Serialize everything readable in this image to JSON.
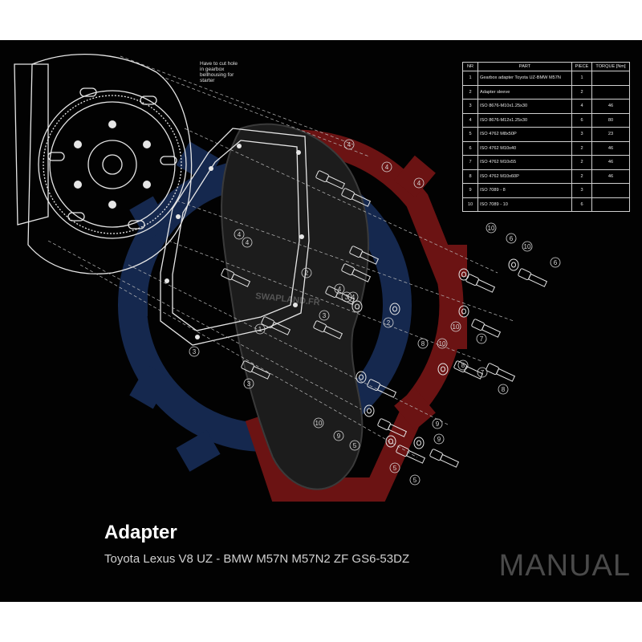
{
  "title": "Adapter",
  "subtitle": "Toyota Lexus V8 UZ - BMW M57N M57N2 ZF GS6-53DZ",
  "watermark": "MANUAL",
  "brand_watermark": "SWAPLAND.FR",
  "note": "Have to cut hole in gearbox bellhousing for starter",
  "colors": {
    "background": "#020202",
    "gear_blue": "#15284e",
    "gear_red": "#6b1313",
    "lines": "#e6e6e6"
  },
  "table": {
    "headers": [
      "NR",
      "PART",
      "PIECE",
      "TORQUE [Nm]"
    ],
    "rows": [
      [
        "1",
        "Gearbox adapter Toyota UZ-BMW M57N",
        "1",
        ""
      ],
      [
        "2",
        "Adapter sleeve",
        "2",
        ""
      ],
      [
        "3",
        "ISO 8676-M10x1.25x30",
        "4",
        "46"
      ],
      [
        "4",
        "ISO 8676-M12x1.25x30",
        "6",
        "80"
      ],
      [
        "5",
        "ISO 4762 M8x50P",
        "3",
        "23"
      ],
      [
        "6",
        "ISO 4762 M10x40",
        "2",
        "46"
      ],
      [
        "7",
        "ISO 4762 M10x55",
        "2",
        "46"
      ],
      [
        "8",
        "ISO 4762 M10x60P",
        "2",
        "46"
      ],
      [
        "9",
        "ISO 7089 - 8",
        "3",
        ""
      ],
      [
        "10",
        "ISO 7089 - 10",
        "6",
        ""
      ]
    ]
  },
  "callouts": [
    "4",
    "4",
    "4",
    "4",
    "4",
    "4",
    "4",
    "2",
    "3",
    "3",
    "1",
    "3",
    "3",
    "2",
    "8",
    "10",
    "10",
    "6",
    "10",
    "6",
    "7",
    "7",
    "8",
    "10",
    "9",
    "5",
    "9",
    "5",
    "9",
    "5",
    "8",
    "10"
  ]
}
